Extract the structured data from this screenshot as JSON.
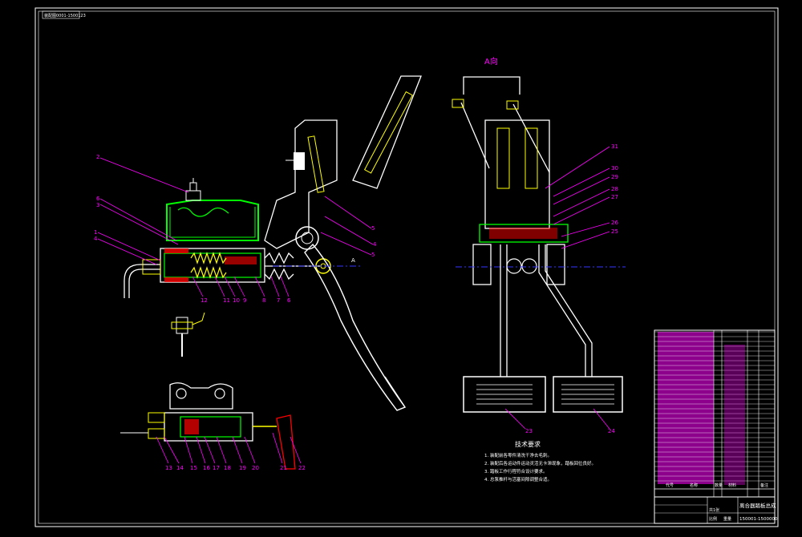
{
  "drawing": {
    "stamp": "装配图0001-1500123",
    "view_label": "A向",
    "section_mark": "A",
    "tech_title": "技术要求",
    "tech_notes": [
      "1. 装配前各零件清洗干净去毛刺。",
      "2. 装配后各运动件运动灵活无卡滞现象，踏板回位良好。",
      "3. 踏板工作行程符合设计要求。",
      "4. 总泵推杆与活塞间隙调整合适。"
    ],
    "callouts": {
      "c1": "1",
      "c2": "2",
      "c3": "3",
      "c4": "4",
      "c5": "5",
      "c6": "6",
      "c7": "7",
      "c8": "8",
      "c9": "9",
      "c10": "10",
      "c11": "11",
      "c12": "12",
      "c13": "13",
      "c14": "14",
      "c15": "15",
      "c16": "16",
      "c17": "17",
      "c18": "18",
      "c19": "19",
      "c20": "20",
      "c21": "21",
      "c22": "22",
      "c23": "23",
      "c24": "24",
      "c25": "25",
      "c26": "26",
      "c27": "27",
      "c28": "28",
      "c29": "29",
      "c30": "30",
      "c31": "31",
      "ca": "A",
      "cb": "4",
      "cc": "5"
    }
  },
  "title_block": {
    "title": "离合器踏板总成",
    "drawing_number": "150001-1500000",
    "hdr_code": "代号",
    "hdr_name": "名称",
    "hdr_qty": "数量",
    "hdr_mat": "材料",
    "hdr_note": "备注",
    "scale": "比例",
    "weight": "重量",
    "sheet": "共1张"
  },
  "colors": {
    "line": "#ffffff",
    "section": "#00ff00",
    "leader": "#ff00ff",
    "detail": "#ffff00",
    "hatch": "#ff0000",
    "blue": "#3333ff"
  }
}
